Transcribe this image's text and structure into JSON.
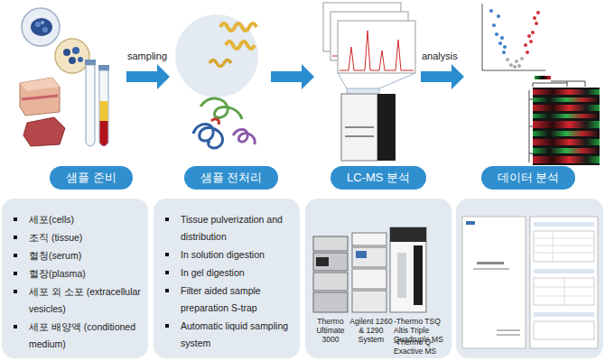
{
  "diagram": {
    "nodes": [
      {
        "text": [
          "샘플 준비"
        ]
      },
      {
        "text": [
          "샘플 전처리"
        ]
      },
      {
        "text": [
          "LC-MS 분석"
        ]
      },
      {
        "text": [
          "데이터 분석"
        ]
      },
      {
        "text": [
          "세포(cells)",
          "조직 (tissue)",
          "혈청(serum)",
          "혈장(plasma)",
          "세포 외 소포 (extracellular vesicles)",
          "세포 배양액 (conditioned medium)"
        ]
      },
      {
        "text": [
          "Tissue pulverization and distribution",
          "In solution digestion",
          "In gel digestion",
          "Filter aided sample preparation S-trap",
          "Automatic liquid sampling system"
        ]
      },
      {
        "text": [
          "Thermo Ultimate 3000",
          "Agilent 1260 & 1290 System",
          "-Thermo TSQ Altis Triple Quadruple MS",
          "-Thermo Q-Exactive MS"
        ]
      }
    ],
    "labels": [
      "sampling",
      "analysis"
    ]
  }
}
